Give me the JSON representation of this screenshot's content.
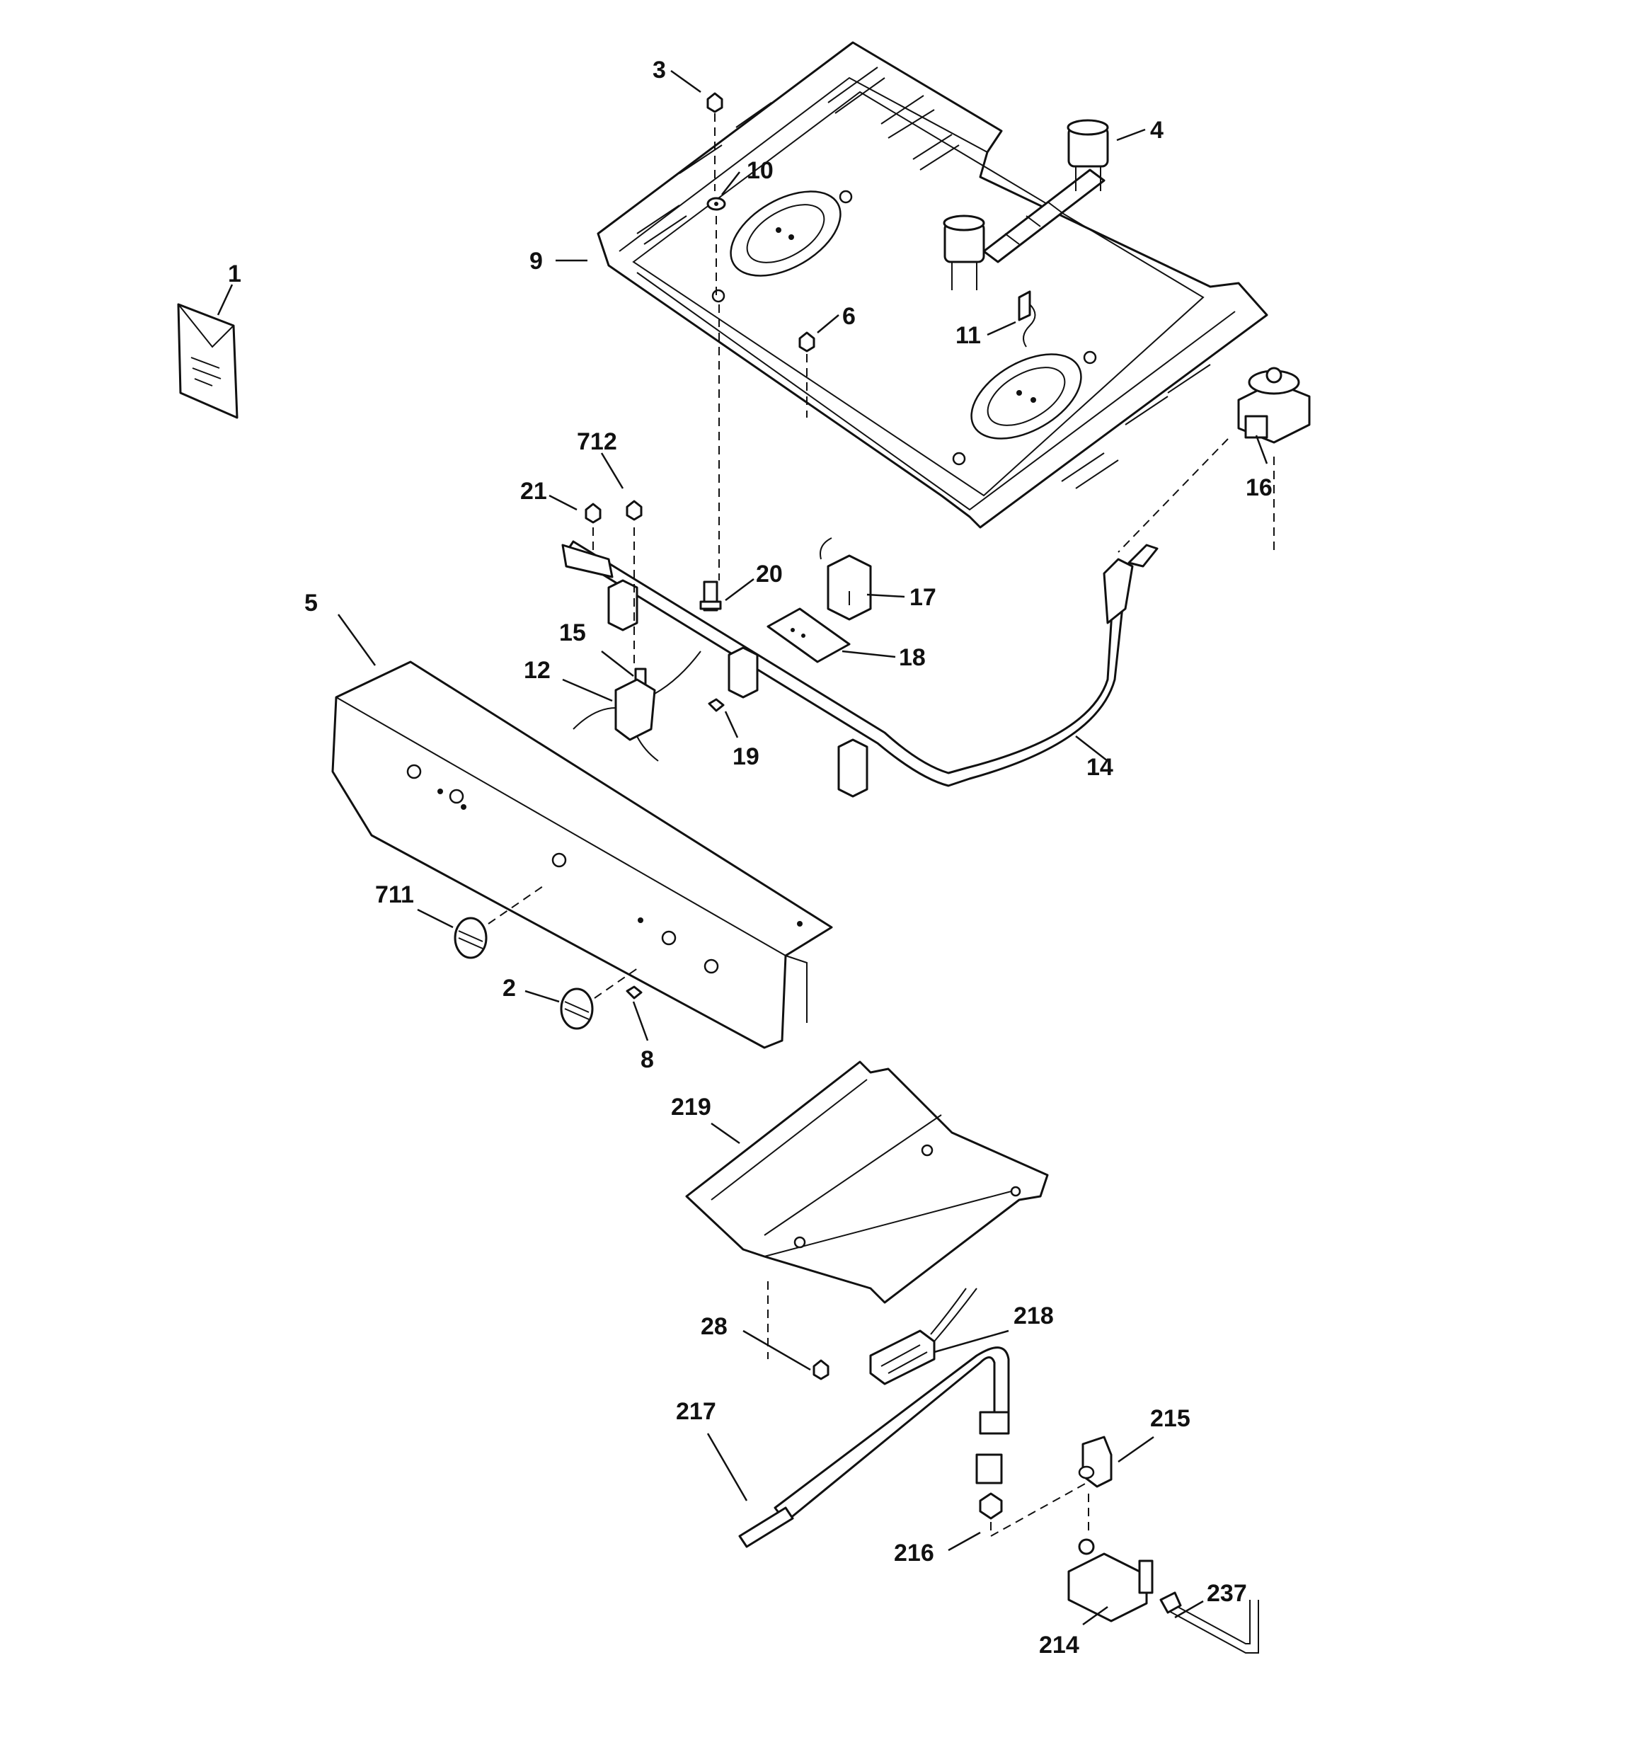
{
  "diagram": {
    "callouts": {
      "c1": "1",
      "c2": "2",
      "c3": "3",
      "c4": "4",
      "c5": "5",
      "c6": "6",
      "c8": "8",
      "c9": "9",
      "c10": "10",
      "c11": "11",
      "c12": "12",
      "c14": "14",
      "c15": "15",
      "c16": "16",
      "c17": "17",
      "c18": "18",
      "c19": "19",
      "c20": "20",
      "c21": "21",
      "c28": "28",
      "c214": "214",
      "c215": "215",
      "c216": "216",
      "c217": "217",
      "c218": "218",
      "c219": "219",
      "c237": "237",
      "c711": "711",
      "c712": "712"
    }
  }
}
